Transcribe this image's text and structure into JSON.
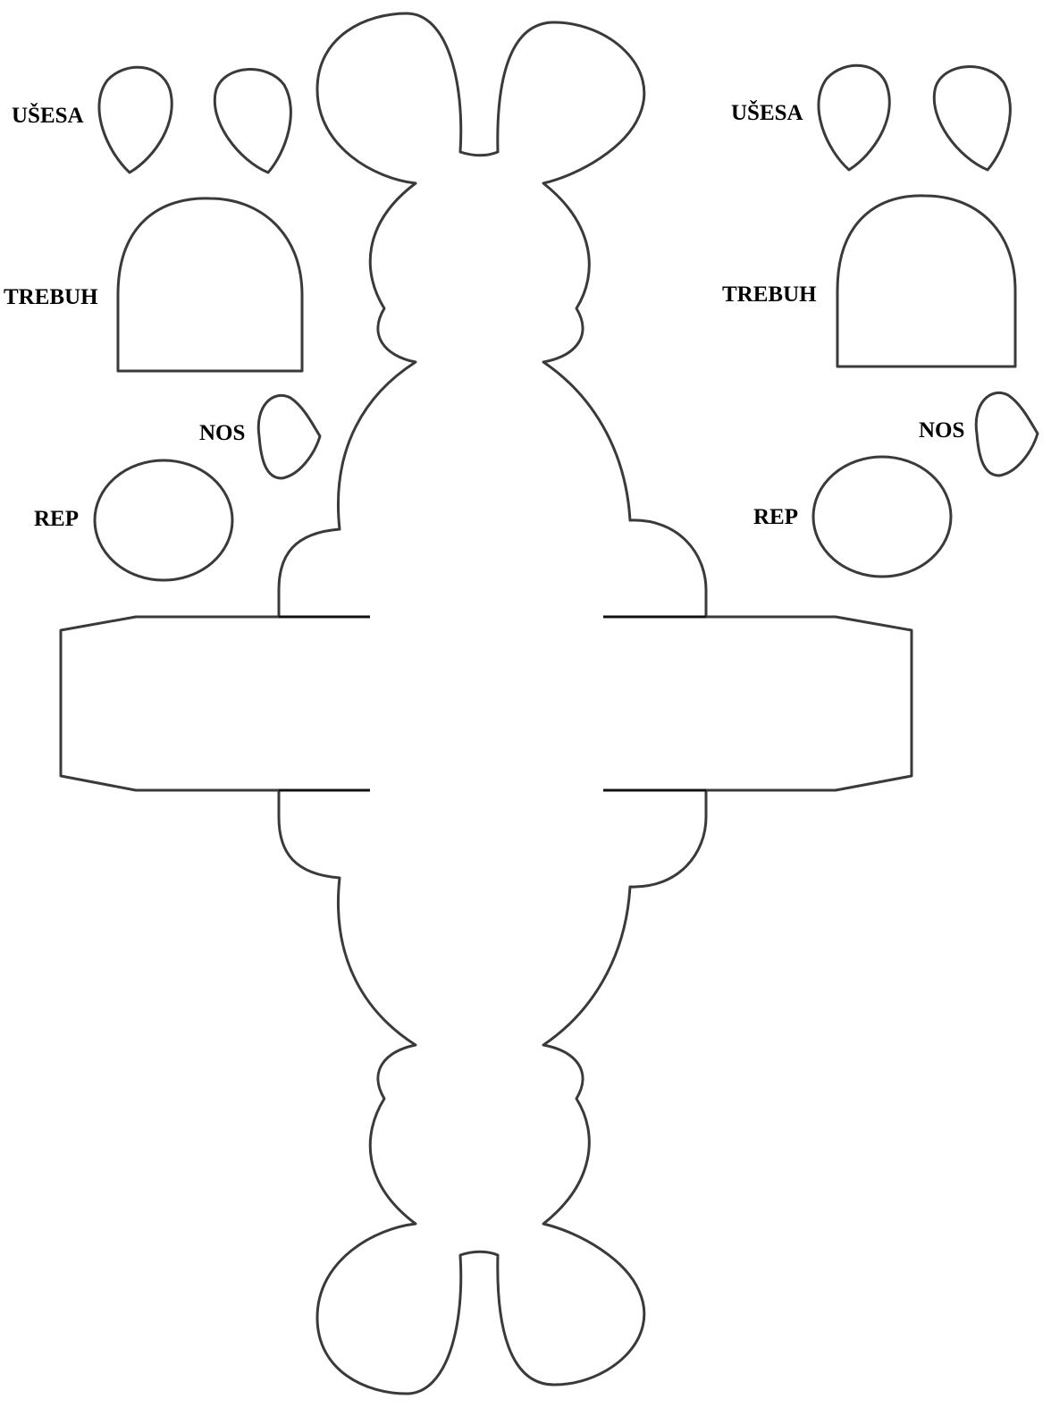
{
  "labels": {
    "left": {
      "ears": "UŠESA",
      "belly": "TREBUH",
      "nose": "NOS",
      "tail": "REP"
    },
    "right": {
      "ears": "UŠESA",
      "belly": "TREBUH",
      "nose": "NOS",
      "tail": "REP"
    }
  }
}
